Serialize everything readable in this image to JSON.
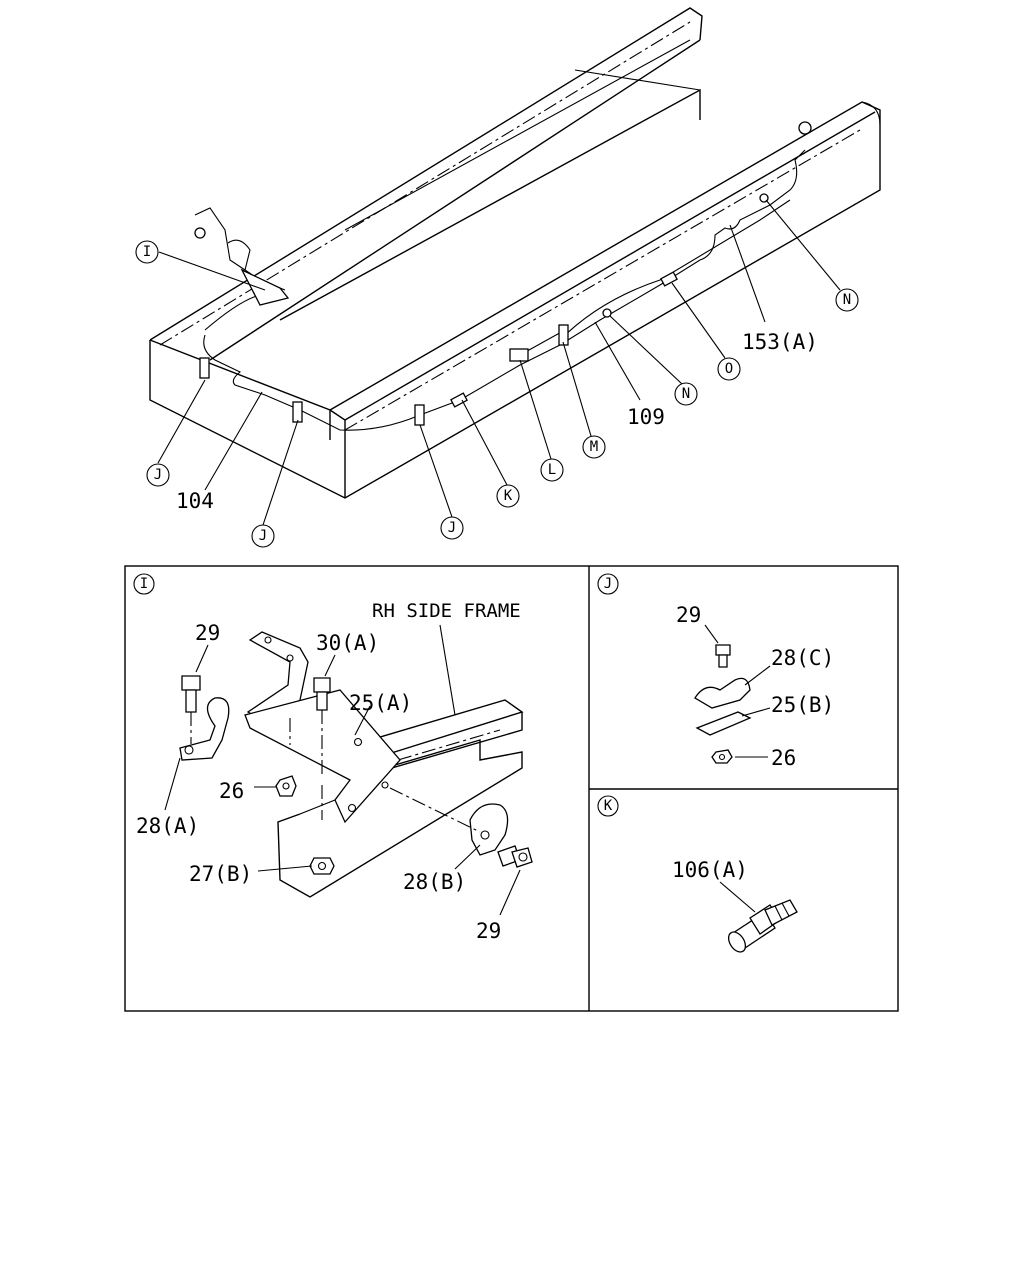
{
  "overview": {
    "labels": {
      "l104": "104",
      "l109": "109",
      "l153a": "153(A)"
    },
    "callouts": {
      "i": "I",
      "j1": "J",
      "j2": "J",
      "j3": "J",
      "k": "K",
      "l": "L",
      "m": "M",
      "n1": "N",
      "n2": "N",
      "o": "O"
    }
  },
  "detail_i": {
    "id": "I",
    "frame_label": "RH SIDE FRAME",
    "parts": {
      "p29_top": "29",
      "p30a": "30(A)",
      "p25a": "25(A)",
      "p26": "26",
      "p28a": "28(A)",
      "p27b": "27(B)",
      "p28b": "28(B)",
      "p29_bottom": "29"
    }
  },
  "detail_j": {
    "id": "J",
    "parts": {
      "p29": "29",
      "p28c": "28(C)",
      "p25b": "25(B)",
      "p26": "26"
    }
  },
  "detail_k": {
    "id": "K",
    "parts": {
      "p106a": "106(A)"
    }
  }
}
